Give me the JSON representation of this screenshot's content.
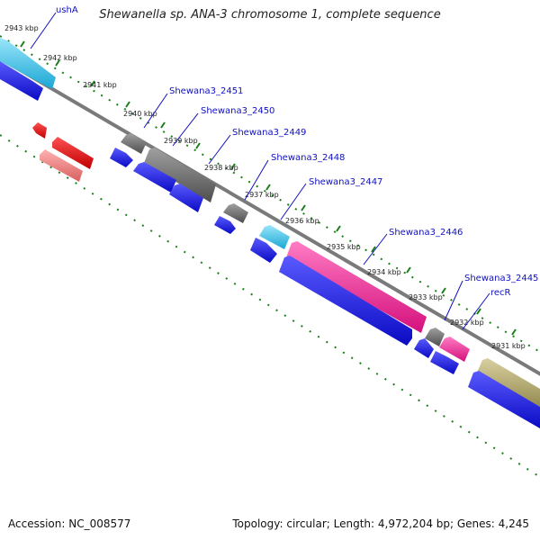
{
  "title": "Shewanella sp. ANA-3 chromosome 1, complete sequence",
  "footer": {
    "accession": "Accession: NC_008577",
    "summary": "Topology: circular; Length: 4,972,204 bp; Genes: 4,245"
  },
  "gene_labels": [
    "ushA",
    "Shewana3_2451",
    "Shewana3_2450",
    "Shewana3_2449",
    "Shewana3_2448",
    "Shewana3_2447",
    "Shewana3_2446",
    "Shewana3_2445",
    "recR"
  ],
  "tick_labels": [
    "2943 kbp",
    "2942 kbp",
    "2941 kbp",
    "2940 kbp",
    "2939 kbp",
    "2938 kbp",
    "2937 kbp",
    "2936 kbp",
    "2935 kbp",
    "2934 kbp",
    "2933 kbp",
    "2932 kbp",
    "2931 kbp"
  ],
  "colors": {
    "cyan": "#39c6ec",
    "blue": "#1414e6",
    "gray": "#6e6e6e",
    "pink": "#ec1c8c",
    "red": "#e01010",
    "salmon": "#ec7c7c",
    "olive": "#b4aa6e",
    "tick_green": "#1a7f1a",
    "backbone": "#7a7a7a"
  }
}
